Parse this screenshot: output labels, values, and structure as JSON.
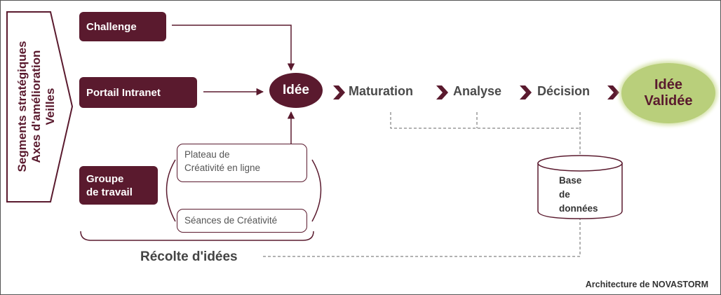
{
  "sources": {
    "challenge": "Challenge",
    "portail": "Portail Intranet",
    "groupe_line1": "Groupe",
    "groupe_line2": "de travail"
  },
  "sidebar": {
    "line1": "Segments stratégiques",
    "line2": "Axes d'amélioration",
    "line3": "Veilles"
  },
  "creativity": {
    "plateau_line1": "Plateau de",
    "plateau_line2": "Créativité en ligne",
    "seances": "Séances de Créativité"
  },
  "flow": {
    "idee": "Idée",
    "maturation": "Maturation",
    "analyse": "Analyse",
    "decision": "Décision",
    "validee_line1": "Idée",
    "validee_line2": "Validée"
  },
  "database": {
    "line1": "Base",
    "line2": "de",
    "line3": "données"
  },
  "recolte": "Récolte d'idées",
  "caption": "Architecture de NOVASTORM",
  "colors": {
    "primary": "#5a1a2e",
    "validated": "#b9cf7b",
    "text": "#4a4a4a"
  }
}
